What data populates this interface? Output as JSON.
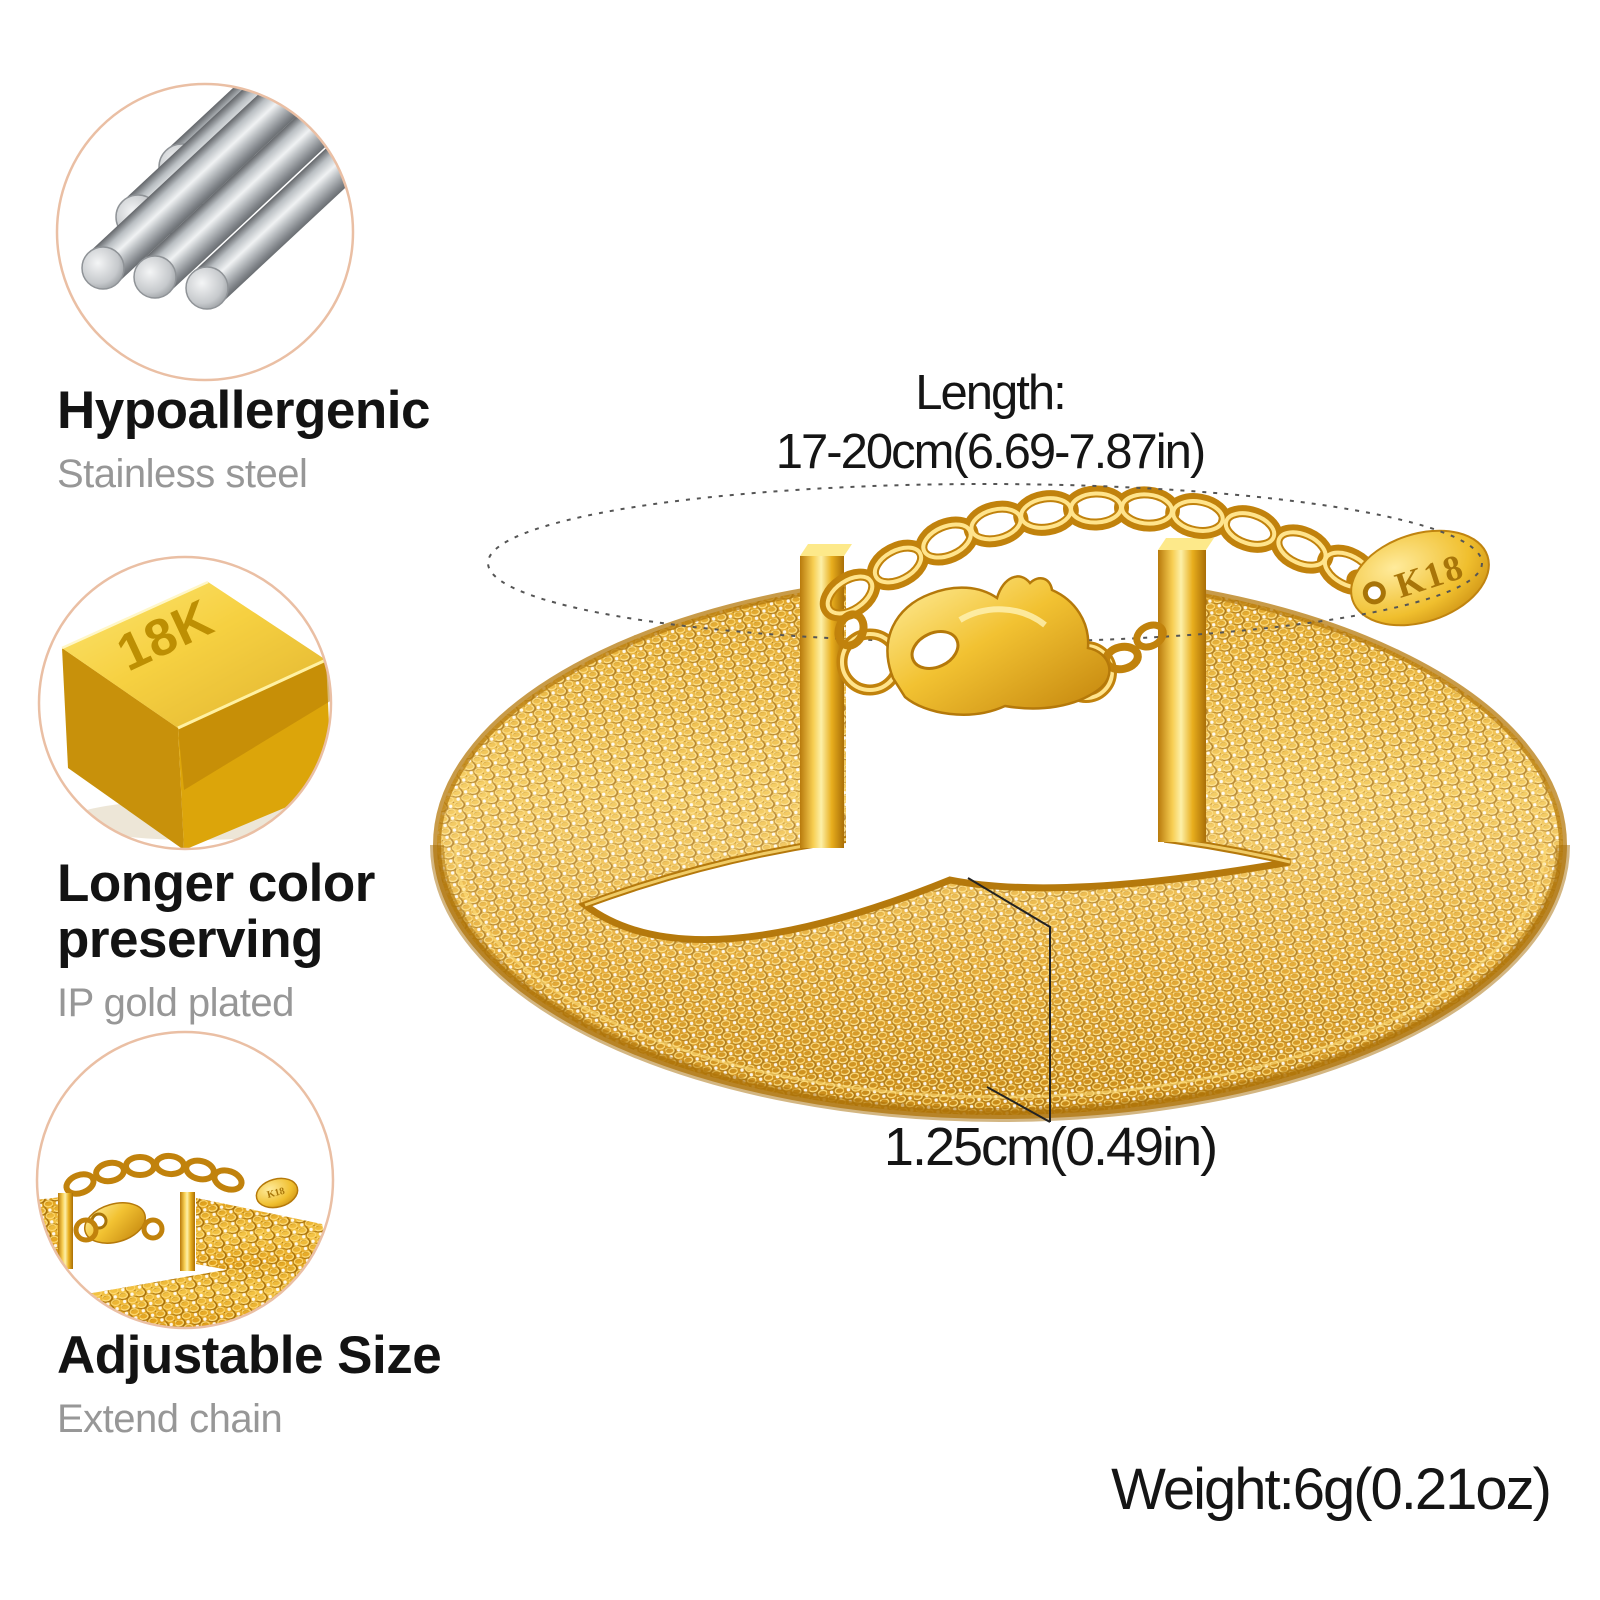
{
  "features": [
    {
      "icon": "steel-rods",
      "title": "Hypoallergenic",
      "subtitle": "Stainless steel"
    },
    {
      "icon": "gold-bar",
      "title": "Longer color preserving",
      "subtitle": "IP gold plated"
    },
    {
      "icon": "clasp-closeup",
      "title": "Adjustable Size",
      "subtitle": "Extend chain"
    }
  ],
  "measurements": {
    "length_label": "Length:",
    "length_value": "17-20cm(6.69-7.87in)",
    "band_width": "1.25cm(0.49in)",
    "weight": "Weight:6g(0.21oz)"
  },
  "engravings": {
    "tag": "K18",
    "bar": "18K"
  },
  "colors": {
    "gold": "#e2a21f",
    "gold_dark": "#b87a0c",
    "gold_light": "#ffe08a",
    "circle_border": "#eabfa4",
    "steel": "#c3c7ca",
    "text_dark": "#141414",
    "text_gray": "#979797",
    "annotation_line": "#555555"
  }
}
